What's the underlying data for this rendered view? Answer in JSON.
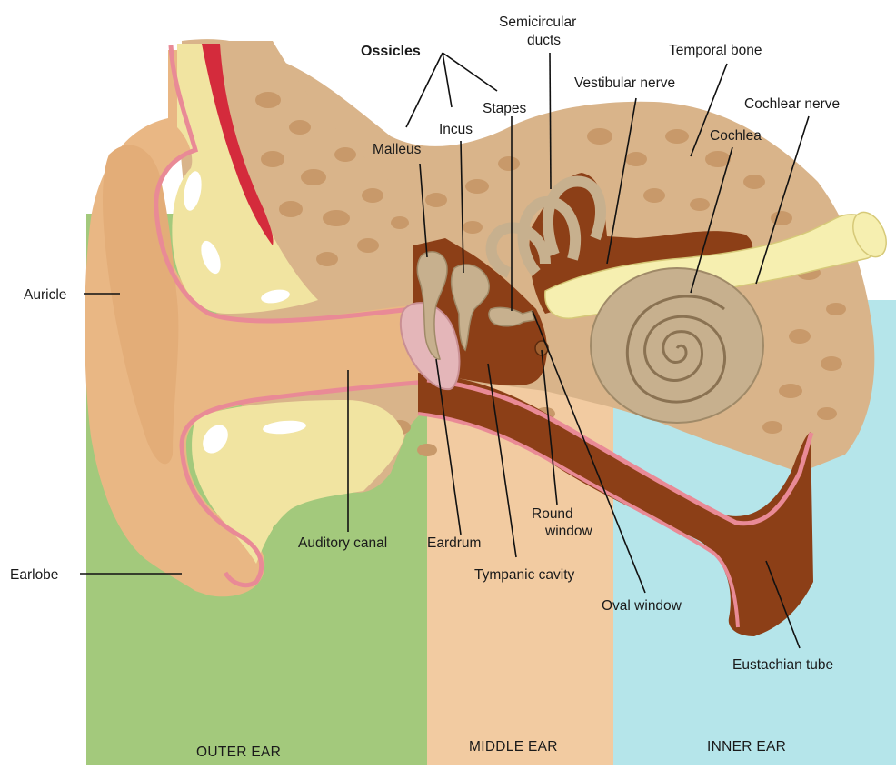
{
  "regions": {
    "outer": "OUTER EAR",
    "middle": "MIDDLE EAR",
    "inner": "INNER EAR"
  },
  "labels": {
    "ossicles": "Ossicles",
    "semicircular_line1": "Semicircular",
    "semicircular_line2": "ducts",
    "temporal_bone": "Temporal bone",
    "vestibular_nerve": "Vestibular nerve",
    "cochlear_nerve": "Cochlear nerve",
    "stapes": "Stapes",
    "incus": "Incus",
    "malleus": "Malleus",
    "cochlea": "Cochlea",
    "auricle": "Auricle",
    "earlobe": "Earlobe",
    "auditory_canal": "Auditory canal",
    "eardrum": "Eardrum",
    "round_window_line1": "Round",
    "round_window_line2": "window",
    "tympanic_cavity": "Tympanic cavity",
    "oval_window": "Oval window",
    "eustachian_tube": "Eustachian tube"
  },
  "colors": {
    "outer_region": "#a3c97c",
    "middle_region": "#f2cba1",
    "inner_region": "#b5e5ea",
    "bone": "#d9b48a",
    "bone_pore": "#c8996a",
    "skin": "#e9b784",
    "cartilage": "#f1e4a1",
    "lining": "#e98a96",
    "dark_tissue": "#8c3f17",
    "labyrinth": "#c7b08e",
    "nerve": "#f6efb0",
    "eardrum": "#e4b6b9",
    "artery": "#d42b3c"
  }
}
